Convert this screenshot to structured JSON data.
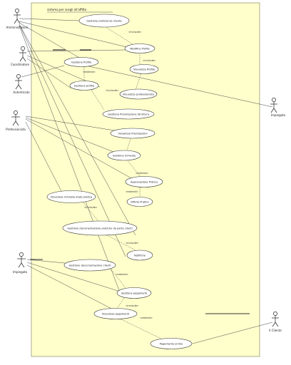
{
  "diagram": {
    "system_title": "sistema per scegli all'affitto",
    "actors": [
      {
        "id": "a1",
        "label": "Amministratore"
      },
      {
        "id": "a2",
        "label": "Coordinatore"
      },
      {
        "id": "a3",
        "label": "Autenticato"
      },
      {
        "id": "a4",
        "label": "Impiegato"
      },
      {
        "id": "a5",
        "label": "Professionista"
      },
      {
        "id": "a6",
        "label": "Impiegato"
      },
      {
        "id": "a7",
        "label": "Il Cliente"
      }
    ],
    "usecases": [
      {
        "id": "u1",
        "label": "Gestione preferenze utente"
      },
      {
        "id": "u2",
        "label": "Modifica Profilo"
      },
      {
        "id": "u3",
        "label": "Gestione Profilo"
      },
      {
        "id": "u4",
        "label": "Visualizza Profilo"
      },
      {
        "id": "u5",
        "label": "Gestione profilo"
      },
      {
        "id": "u6",
        "label": "Visualizza professionista"
      },
      {
        "id": "u7",
        "label": "Gestione Prenotazione Struttura"
      },
      {
        "id": "u8",
        "label": "Visualizza Prenotazioni"
      },
      {
        "id": "u9",
        "label": "Gestione richieste"
      },
      {
        "id": "u10",
        "label": "Approvazione Pratica"
      },
      {
        "id": "u11",
        "label": "Rifiuta Pratica"
      },
      {
        "id": "u12",
        "label": "Visualizza richieste stato pratica"
      },
      {
        "id": "u13",
        "label": "Gestione documentazione pratiche da parte clienti"
      },
      {
        "id": "u14",
        "label": "Notifiche"
      },
      {
        "id": "u15",
        "label": "Gestione documentazione clienti"
      },
      {
        "id": "u16",
        "label": "Gestione pagamenti"
      },
      {
        "id": "u17",
        "label": "Visualizza pagamenti"
      },
      {
        "id": "u18",
        "label": "Pagamento online"
      }
    ],
    "relation_labels": {
      "include": "«include»",
      "extend": "«extend»"
    }
  }
}
